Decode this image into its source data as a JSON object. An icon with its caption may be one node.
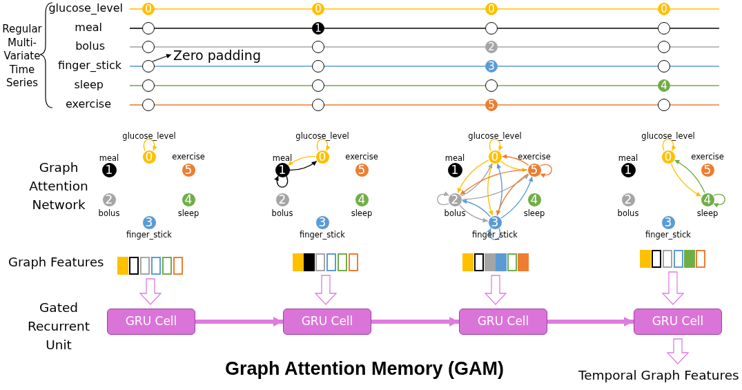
{
  "diagram": {
    "caption": "Graph Attention Memory (GAM)",
    "nodes": [
      {
        "text": [
          "0"
        ]
      },
      {
        "text": [
          "0"
        ]
      },
      {
        "text": [
          "0"
        ]
      },
      {
        "text": [
          "0"
        ]
      },
      {
        "text": [],
        "shape": "circle"
      },
      {
        "text": [
          "1"
        ]
      },
      {
        "text": [],
        "shape": "circle"
      },
      {
        "text": [],
        "shape": "circle"
      },
      {
        "text": [],
        "shape": "circle"
      },
      {
        "text": [],
        "shape": "circle"
      },
      {
        "text": [
          "2"
        ]
      },
      {
        "text": [],
        "shape": "circle"
      },
      {
        "text": [],
        "shape": "circle"
      },
      {
        "text": [],
        "shape": "circle"
      },
      {
        "text": [
          "3"
        ]
      },
      {
        "text": [],
        "shape": "circle"
      },
      {
        "text": [],
        "shape": "circle"
      },
      {
        "text": [],
        "shape": "circle"
      },
      {
        "text": [],
        "shape": "circle"
      },
      {
        "text": [
          "4"
        ]
      },
      {
        "text": [],
        "shape": "circle"
      },
      {
        "text": [],
        "shape": "circle"
      },
      {
        "text": [
          "5"
        ]
      },
      {
        "text": [],
        "shape": "circle"
      },
      {
        "text": [
          "Zero padding"
        ]
      },
      {
        "text": [
          "0"
        ],
        "beside": [
          "glucose_level"
        ]
      },
      {
        "text": [
          "1"
        ],
        "beside": [
          "meal"
        ]
      },
      {
        "text": [
          "2"
        ],
        "beside": [
          "bolus"
        ]
      },
      {
        "text": [
          "3"
        ],
        "beside": [
          "finger_stick"
        ]
      },
      {
        "text": [
          "4"
        ],
        "beside": [
          "sleep"
        ]
      },
      {
        "text": [
          "5"
        ],
        "beside": [
          "exercise"
        ]
      },
      {
        "text": [
          "0"
        ],
        "beside": [
          "glucose_level"
        ]
      },
      {
        "text": [
          "1"
        ],
        "beside": [
          "meal"
        ]
      },
      {
        "text": [
          "2"
        ],
        "beside": [
          "bolus"
        ]
      },
      {
        "text": [
          "3"
        ],
        "beside": [
          "finger_stick"
        ]
      },
      {
        "text": [
          "4"
        ],
        "beside": [
          "sleep"
        ]
      },
      {
        "text": [
          "5"
        ],
        "beside": [
          "exercise"
        ]
      },
      {
        "text": [
          "0"
        ],
        "beside": [
          "glucose_level"
        ]
      },
      {
        "text": [
          "1"
        ],
        "beside": [
          "meal"
        ]
      },
      {
        "text": [
          "2"
        ],
        "beside": [
          "bolus"
        ]
      },
      {
        "text": [
          "3"
        ],
        "beside": [
          "finger_stick"
        ]
      },
      {
        "text": [
          "4"
        ],
        "beside": [
          "sleep"
        ]
      },
      {
        "text": [
          "5"
        ],
        "beside": [
          "exercise"
        ]
      },
      {
        "text": [
          "0"
        ],
        "beside": [
          "glucose_level"
        ]
      },
      {
        "text": [
          "1"
        ],
        "beside": [
          "meal"
        ]
      },
      {
        "text": [
          "2"
        ],
        "beside": [
          "bolus"
        ]
      },
      {
        "text": [
          "3"
        ],
        "beside": [
          "finger_stick"
        ]
      },
      {
        "text": [
          "4"
        ],
        "beside": [
          "sleep"
        ]
      },
      {
        "text": [
          "5"
        ],
        "beside": [
          "exercise"
        ]
      },
      {
        "text": [],
        "shape": "bar"
      },
      {
        "text": [],
        "shape": "bar"
      },
      {
        "text": [],
        "shape": "bar"
      },
      {
        "text": [],
        "shape": "bar"
      },
      {
        "text": [
          "GRU Cell"
        ]
      },
      {
        "text": [
          "GRU Cell"
        ]
      },
      {
        "text": [
          "GRU Cell"
        ]
      },
      {
        "text": [
          "GRU Cell"
        ]
      },
      {
        "text": [
          "Temporal Graph Features"
        ]
      }
    ],
    "edges": [
      {
        "from": 0,
        "to": 1,
        "arrow": "none",
        "color": "#ffc000"
      },
      {
        "from": 1,
        "to": 2,
        "arrow": "none",
        "color": "#ffc000"
      },
      {
        "from": 2,
        "to": 3,
        "arrow": "none",
        "color": "#ffc000"
      },
      {
        "from": 4,
        "to": 5,
        "arrow": "none",
        "color": "#000000"
      },
      {
        "from": 5,
        "to": 6,
        "arrow": "none",
        "color": "#000000"
      },
      {
        "from": 6,
        "to": 7,
        "arrow": "none",
        "color": "#000000"
      },
      {
        "from": 8,
        "to": 9,
        "arrow": "none",
        "color": "#a5a5a5"
      },
      {
        "from": 9,
        "to": 10,
        "arrow": "none",
        "color": "#a5a5a5"
      },
      {
        "from": 10,
        "to": 11,
        "arrow": "none",
        "color": "#a5a5a5"
      },
      {
        "from": 12,
        "to": 13,
        "arrow": "none",
        "color": "#5b9bd5"
      },
      {
        "from": 13,
        "to": 14,
        "arrow": "none",
        "color": "#5b9bd5"
      },
      {
        "from": 14,
        "to": 15,
        "arrow": "none",
        "color": "#5b9bd5"
      },
      {
        "from": 16,
        "to": 17,
        "arrow": "none",
        "color": "#70ad47"
      },
      {
        "from": 17,
        "to": 18,
        "arrow": "none",
        "color": "#70ad47"
      },
      {
        "from": 18,
        "to": 19,
        "arrow": "none",
        "color": "#70ad47"
      },
      {
        "from": 20,
        "to": 21,
        "arrow": "none",
        "color": "#ed7d31"
      },
      {
        "from": 21,
        "to": 22,
        "arrow": "none",
        "color": "#ed7d31"
      },
      {
        "from": 22,
        "to": 23,
        "arrow": "none",
        "color": "#ed7d31"
      },
      {
        "from": 12,
        "to": 24,
        "arrow": "to",
        "color": "#000000"
      },
      {
        "from": 25,
        "to": 25,
        "arrow": "to",
        "color": "#ffc000"
      },
      {
        "from": 31,
        "to": 31,
        "arrow": "to",
        "color": "#ffc000"
      },
      {
        "from": 31,
        "to": 32,
        "arrow": "to",
        "color": "#ffc000"
      },
      {
        "from": 32,
        "to": 31,
        "arrow": "to",
        "color": "#000000"
      },
      {
        "from": 32,
        "to": 32,
        "arrow": "to",
        "color": "#000000"
      },
      {
        "from": 37,
        "to": 37,
        "arrow": "to",
        "color": "#ffc000"
      },
      {
        "from": 37,
        "to": 42,
        "arrow": "to",
        "color": "#ffc000"
      },
      {
        "from": 37,
        "to": 39,
        "arrow": "to",
        "color": "#ffc000"
      },
      {
        "from": 37,
        "to": 40,
        "arrow": "to",
        "color": "#ffc000"
      },
      {
        "from": 39,
        "to": 39,
        "arrow": "to",
        "color": "#a5a5a5"
      },
      {
        "from": 39,
        "to": 37,
        "arrow": "to",
        "color": "#a5a5a5"
      },
      {
        "from": 39,
        "to": 42,
        "arrow": "to",
        "color": "#a5a5a5"
      },
      {
        "from": 39,
        "to": 40,
        "arrow": "to",
        "color": "#a5a5a5"
      },
      {
        "from": 40,
        "to": 37,
        "arrow": "to",
        "color": "#5b9bd5"
      },
      {
        "from": 40,
        "to": 39,
        "arrow": "to",
        "color": "#5b9bd5"
      },
      {
        "from": 40,
        "to": 42,
        "arrow": "to",
        "color": "#5b9bd5"
      },
      {
        "from": 40,
        "to": 40,
        "arrow": "to",
        "color": "#5b9bd5"
      },
      {
        "from": 42,
        "to": 37,
        "arrow": "to",
        "color": "#ed7d31"
      },
      {
        "from": 42,
        "to": 39,
        "arrow": "to",
        "color": "#ed7d31"
      },
      {
        "from": 42,
        "to": 42,
        "arrow": "to",
        "color": "#ed7d31"
      },
      {
        "from": 42,
        "to": 40,
        "arrow": "to",
        "color": "#ed7d31"
      },
      {
        "from": 43,
        "to": 43,
        "arrow": "to",
        "color": "#ffc000"
      },
      {
        "from": 43,
        "to": 47,
        "arrow": "to",
        "color": "#ffc000"
      },
      {
        "from": 47,
        "to": 43,
        "arrow": "to",
        "color": "#70ad47"
      },
      {
        "from": 47,
        "to": 47,
        "arrow": "to",
        "color": "#70ad47"
      },
      {
        "from": 49,
        "to": 53,
        "arrow": "to",
        "style": "thick",
        "color": "#e07be0"
      },
      {
        "from": 50,
        "to": 54,
        "arrow": "to",
        "style": "thick",
        "color": "#e07be0"
      },
      {
        "from": 51,
        "to": 55,
        "arrow": "to",
        "style": "thick",
        "color": "#e07be0"
      },
      {
        "from": 52,
        "to": 56,
        "arrow": "to",
        "style": "thick",
        "color": "#e07be0"
      },
      {
        "from": 53,
        "to": 54,
        "arrow": "to",
        "style": "thick",
        "color": "#e07be0"
      },
      {
        "from": 54,
        "to": 55,
        "arrow": "to",
        "style": "thick",
        "color": "#e07be0"
      },
      {
        "from": 55,
        "to": 56,
        "arrow": "to",
        "style": "thick",
        "color": "#e07be0"
      },
      {
        "from": 56,
        "to": 57,
        "arrow": "to",
        "style": "thick",
        "color": "#e07be0"
      }
    ],
    "labels": [
      "Regular Multi-Variate Time Series",
      "glucose_level",
      "meal",
      "bolus",
      "finger_stick",
      "sleep",
      "exercise",
      "Graph Attention Network",
      "Graph Features",
      "Gated Recurrent Unit"
    ]
  }
}
